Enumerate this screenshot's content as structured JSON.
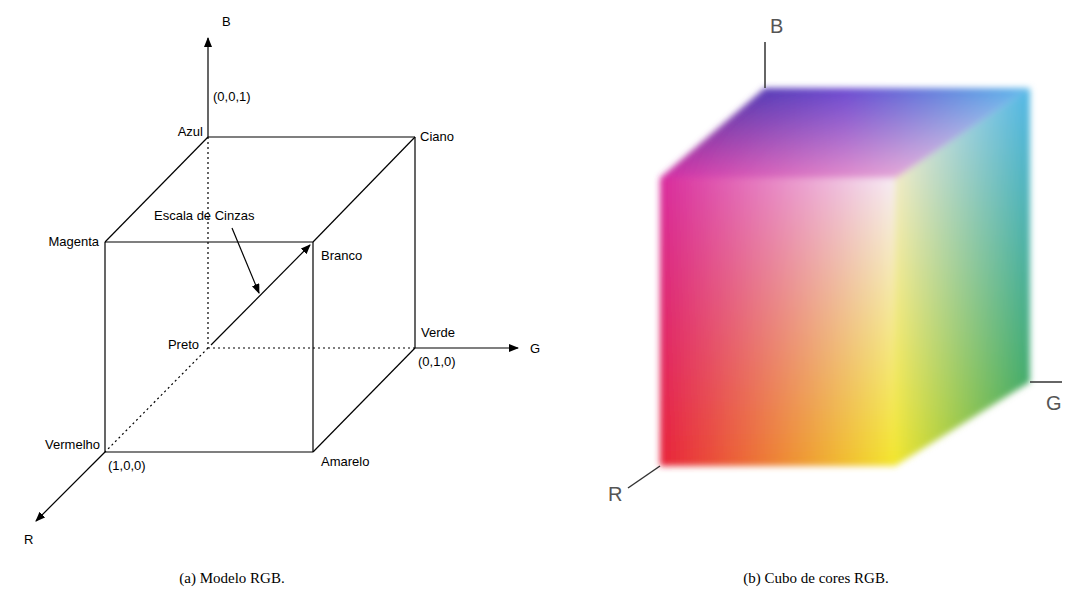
{
  "diagram": {
    "labels": [
      "B",
      "(0,0,1)",
      "Azul",
      "Ciano",
      "Escala de Cinzas",
      "Magenta",
      "Branco",
      "Verde",
      "Preto",
      "(0,1,0)",
      "G",
      "Vermelho",
      "(1,0,0)",
      "Amarelo",
      "R",
      "B",
      "G",
      "R",
      "(a) Modelo RGB.",
      "(b) Cubo de cores RGB."
    ]
  }
}
